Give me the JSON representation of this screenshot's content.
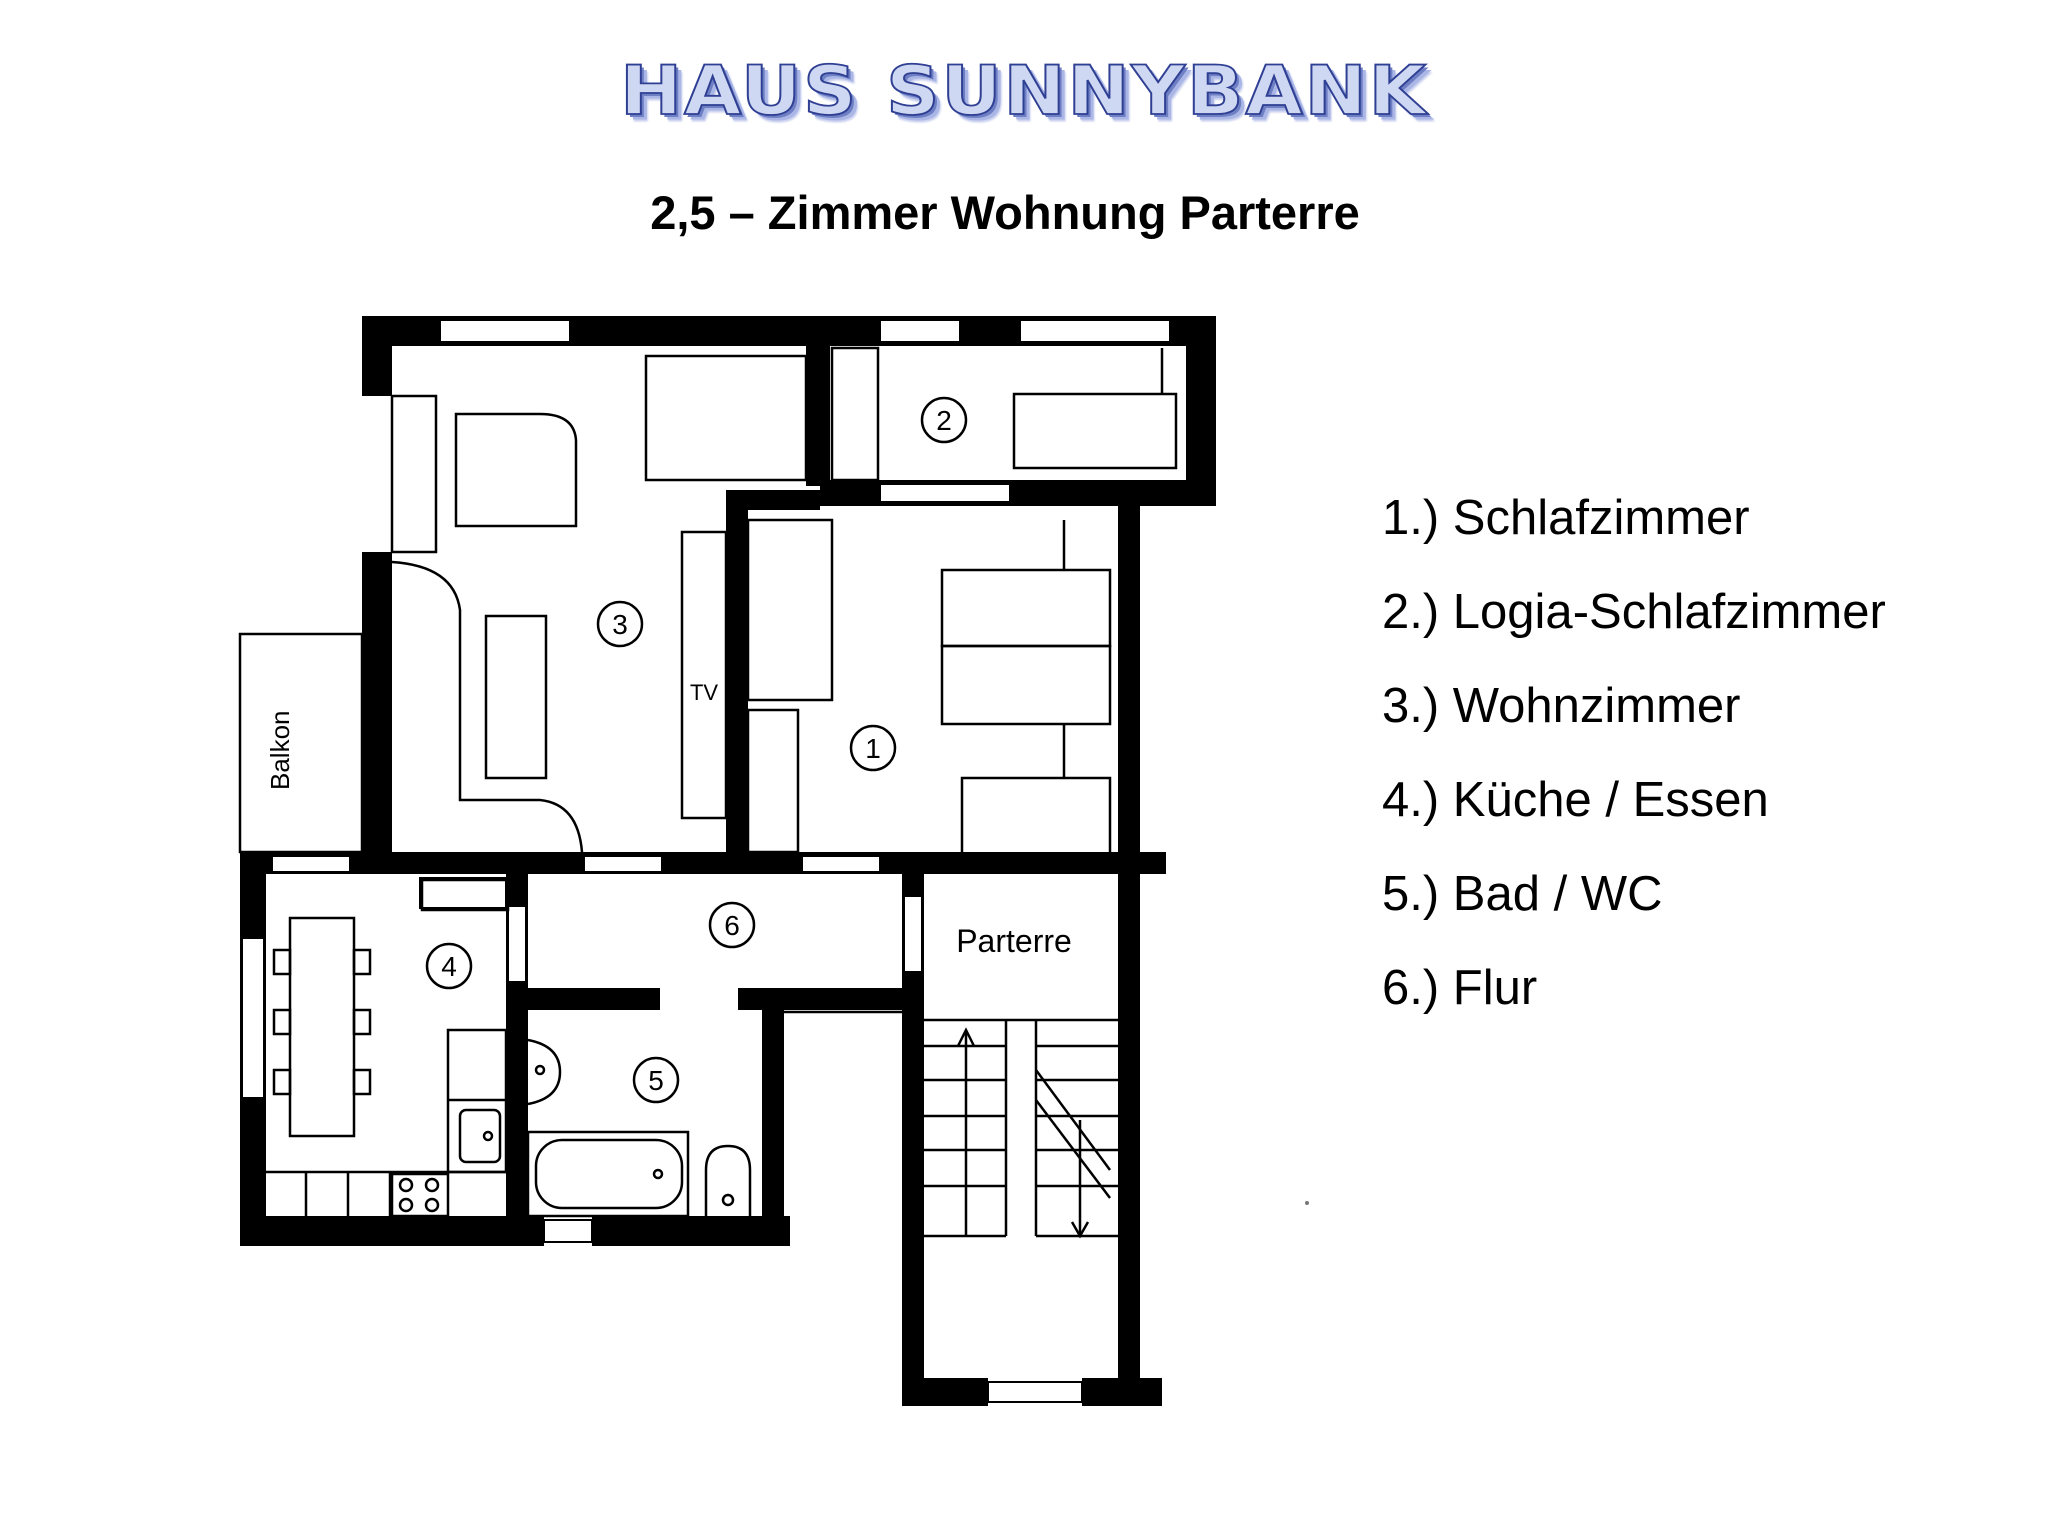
{
  "header": {
    "brand": "HAUS SUNNYBANK",
    "title": "2,5 – Zimmer Wohnung Parterre"
  },
  "plan": {
    "room_markers": [
      "1",
      "2",
      "3",
      "4",
      "5",
      "6"
    ],
    "labels": {
      "tv": "TV",
      "balkon": "Balkon",
      "parterre": "Parterre"
    }
  },
  "legend": {
    "items": [
      "1.) Schlafzimmer",
      "2.) Logia-Schlafzimmer",
      "3.) Wohnzimmer",
      "4.) Küche / Essen",
      "5.) Bad / WC",
      "6.) Flur"
    ]
  }
}
